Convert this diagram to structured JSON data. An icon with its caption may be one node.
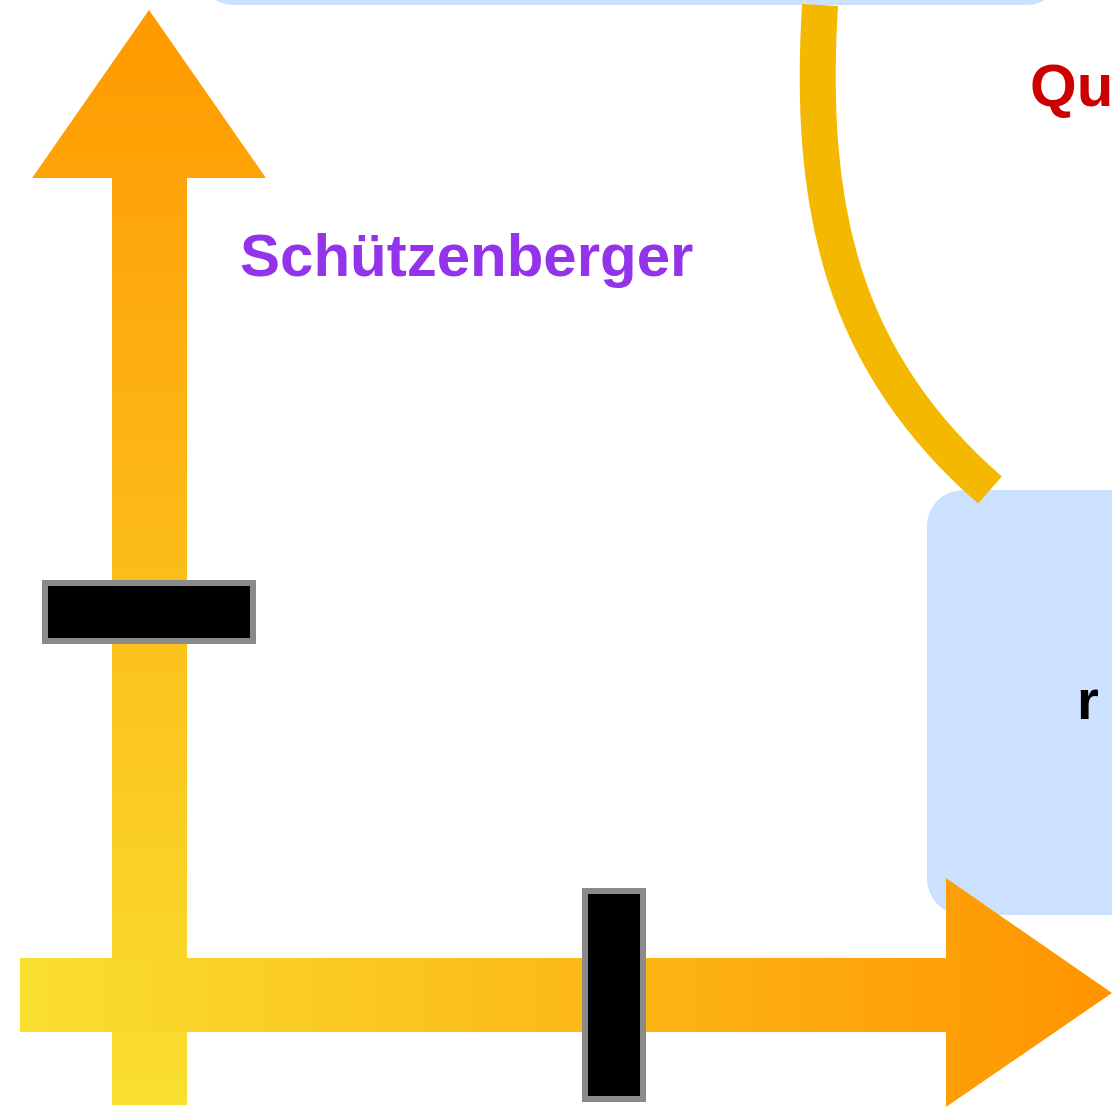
{
  "diagram": {
    "nodes": [
      {
        "text": [],
        "shape": "box"
      },
      {
        "text": [
          "r"
        ]
      },
      {
        "text": [],
        "shape": "bar"
      },
      {
        "text": [],
        "shape": "bar"
      }
    ],
    "edges": [
      {
        "from": 0,
        "to": 1,
        "arrow": "none"
      }
    ],
    "labels": [
      "Schützenberger",
      "Qu"
    ]
  }
}
